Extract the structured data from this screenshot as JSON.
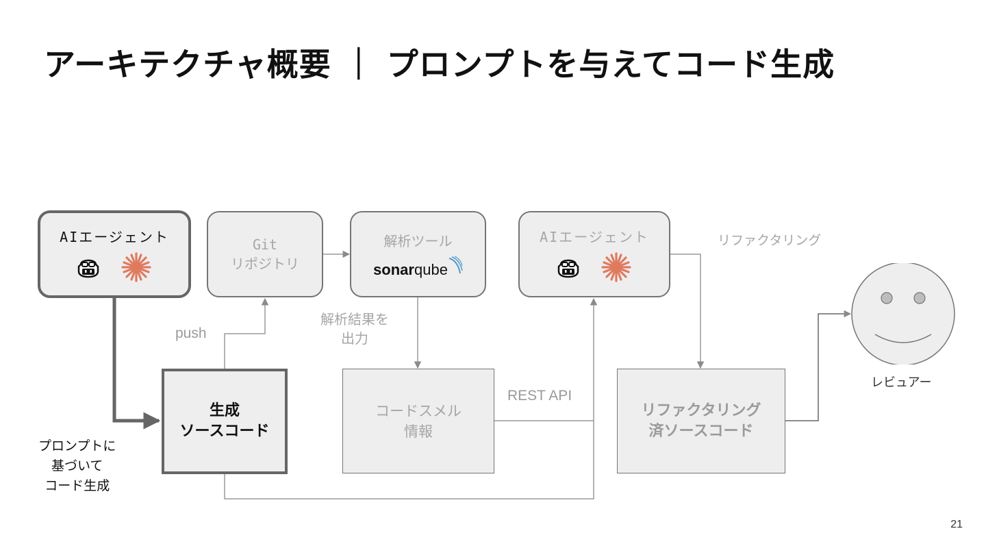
{
  "title": "アーキテクチャ概要 ｜ プロンプトを与えてコード生成",
  "page_number": "21",
  "nodes": {
    "ai_agent_1": {
      "label": "AIエージェント"
    },
    "git_repo": {
      "line1": "Git",
      "line2": "リポジトリ"
    },
    "analysis_tool": {
      "label": "解析ツール",
      "logo_text_bold": "sonar",
      "logo_text_light": "qube"
    },
    "ai_agent_2": {
      "label": "AIエージェント"
    },
    "generated_code": {
      "line1": "生成",
      "line2": "ソースコード"
    },
    "code_smell": {
      "line1": "コードスメル",
      "line2": "情報"
    },
    "refactored_code": {
      "line1": "リファクタリング",
      "line2": "済ソースコード"
    },
    "reviewer": {
      "label": "レビュアー"
    }
  },
  "edge_labels": {
    "push": "push",
    "analysis_output_1": "解析結果を",
    "analysis_output_2": "出力",
    "rest_api": "REST API",
    "refactoring": "リファクタリング",
    "prompt_1": "プロンプトに",
    "prompt_2": "基づいて",
    "prompt_3": "コード生成"
  },
  "colors": {
    "active_border": "#666666",
    "muted_border": "#757575",
    "box_fill": "#eeeeee",
    "muted_text": "#a6a6a6",
    "agent_icon_accent": "#e07a5f",
    "sonar_wave": "#4e9bcd"
  }
}
